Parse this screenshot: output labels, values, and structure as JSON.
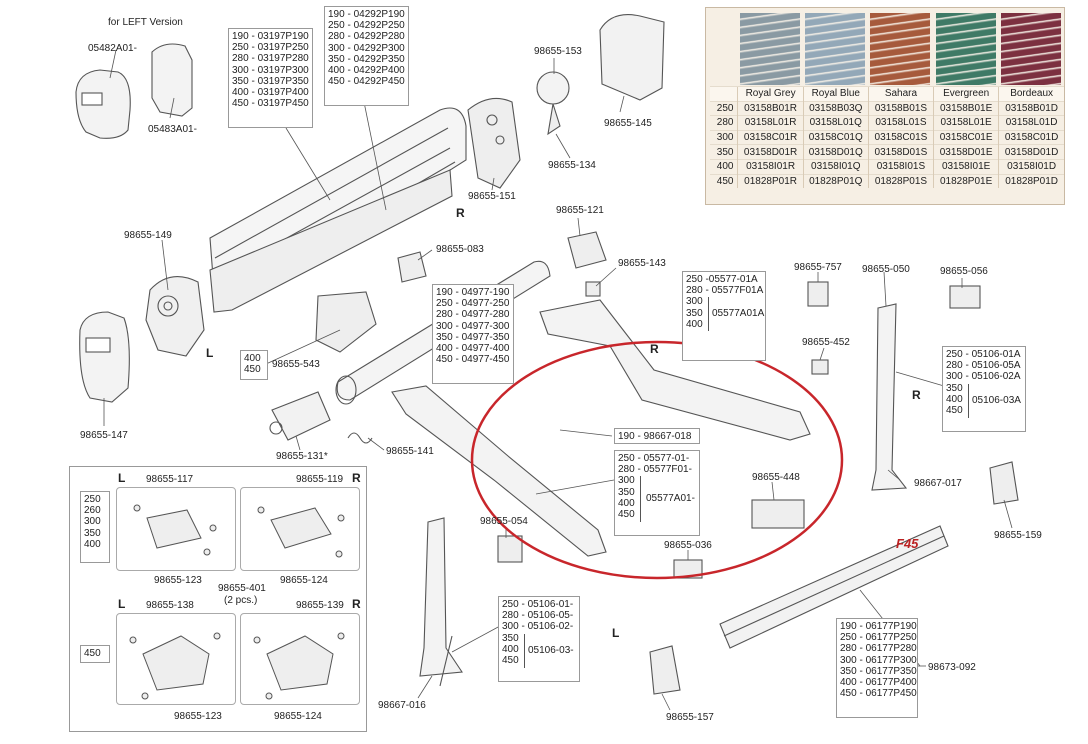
{
  "left_version": {
    "title": "for LEFT Version",
    "part_a": "05482A01-",
    "part_b": "05483A01-"
  },
  "roller_box": {
    "lines": [
      "190 - 03197P190",
      "250 - 03197P250",
      "280 - 03197P280",
      "300 - 03197P300",
      "350 - 03197P350",
      "400 - 03197P400",
      "450 - 03197P450"
    ]
  },
  "cover_box": {
    "lines": [
      "190 - 04292P190",
      "250 - 04292P250",
      "280 - 04292P280",
      "300 - 04292P300",
      "350 - 04292P350",
      "400 - 04292P400",
      "450 - 04292P450"
    ]
  },
  "tube_box": {
    "lines": [
      "190 - 04977-190",
      "250 - 04977-250",
      "280 - 04977-280",
      "300 - 04977-300",
      "350 - 04977-350",
      "400 - 04977-400",
      "450 - 04977-450"
    ]
  },
  "arm_upper_box": {
    "lines": [
      "250 -05577-01A",
      "280 - 05577F01A"
    ],
    "bracket_sizes": [
      "300",
      "350",
      "400"
    ],
    "bracket_part": "05577A01A"
  },
  "arm_lower_box": {
    "lines": [
      "250 - 05577-01-",
      "280 - 05577F01-"
    ],
    "bracket_sizes": [
      "300",
      "350",
      "400",
      "450"
    ],
    "bracket_part": "05577A01-"
  },
  "leg_right_box": {
    "lines": [
      "250 - 05106-01A",
      "280 - 05106-05A",
      "300 - 05106-02A"
    ],
    "bracket_sizes": [
      "350",
      "400",
      "450"
    ],
    "bracket_part": "05106-03A"
  },
  "leg_left_box": {
    "lines": [
      "250 - 05106-01-",
      "280 - 05106-05-",
      "300 - 05106-02-"
    ],
    "bracket_sizes": [
      "350",
      "400",
      "450"
    ],
    "bracket_part": "05106-03-"
  },
  "front_box": {
    "lines": [
      "190 - 06177P190",
      "250 - 06177P250",
      "280 - 06177P280",
      "300 - 06177P300",
      "350 - 06177P350",
      "400 - 06177P400",
      "450 - 06177P450"
    ]
  },
  "size_box_543": {
    "sizes": [
      "400",
      "450"
    ],
    "part": "98655-543"
  },
  "arm_joint": "190 - 98667-018",
  "side_labels": {
    "r1": "R",
    "l1": "L",
    "r2": "R",
    "r3": "R",
    "l2": "L"
  },
  "parts": {
    "p153": "98655-153",
    "p145": "98655-145",
    "p134": "98655-134",
    "p151": "98655-151",
    "p149": "98655-149",
    "p147": "98655-147",
    "p083": "98655-083",
    "p121": "98655-121",
    "p143": "98655-143",
    "p757": "98655-757",
    "p050": "98655-050",
    "p056": "98655-056",
    "p452": "98655-452",
    "p131": "98655-131*",
    "p141": "98655-141",
    "p017": "98667-017",
    "p159": "98655-159",
    "p054": "98655-054",
    "p448": "98655-448",
    "p036": "98655-036",
    "p016": "98667-016",
    "p157": "98655-157",
    "p092": "98673-092"
  },
  "hardware_panel": {
    "top_left": {
      "side": "L",
      "part": "98655-117",
      "sizes": [
        "250",
        "260",
        "300",
        "350",
        "400"
      ],
      "bottom": "98655-123"
    },
    "top_right": {
      "part": "98655-119",
      "side": "R",
      "bottom": "98655-124"
    },
    "middle": {
      "part": "98655-401",
      "note": "(2 pcs.)"
    },
    "bottom_left": {
      "side": "L",
      "part": "98655-138",
      "size": "450",
      "bottom": "98655-123"
    },
    "bottom_right": {
      "part": "98655-139",
      "side": "R",
      "bottom": "98655-124"
    }
  },
  "fabric_table": {
    "colors": [
      "Royal Grey",
      "Royal Blue",
      "Sahara",
      "Evergreen",
      "Bordeaux"
    ],
    "swatch_colors": [
      "#8a9aa3",
      "#93a8b8",
      "#a65a3c",
      "#3f7a66",
      "#7c3040"
    ],
    "rows": [
      {
        "size": "250",
        "codes": [
          "03158B01R",
          "03158B03Q",
          "03158B01S",
          "03158B01E",
          "03158B01D"
        ]
      },
      {
        "size": "280",
        "codes": [
          "03158L01R",
          "03158L01Q",
          "03158L01S",
          "03158L01E",
          "03158L01D"
        ]
      },
      {
        "size": "300",
        "codes": [
          "03158C01R",
          "03158C01Q",
          "03158C01S",
          "03158C01E",
          "03158C01D"
        ]
      },
      {
        "size": "350",
        "codes": [
          "03158D01R",
          "03158D01Q",
          "03158D01S",
          "03158D01E",
          "03158D01D"
        ]
      },
      {
        "size": "400",
        "codes": [
          "03158I01R",
          "03158I01Q",
          "03158I01S",
          "03158I01E",
          "03158I01D"
        ]
      },
      {
        "size": "450",
        "codes": [
          "01828P01R",
          "01828P01Q",
          "01828P01S",
          "01828P01E",
          "01828P01D"
        ]
      }
    ]
  },
  "highlight_color": "#c8262b"
}
